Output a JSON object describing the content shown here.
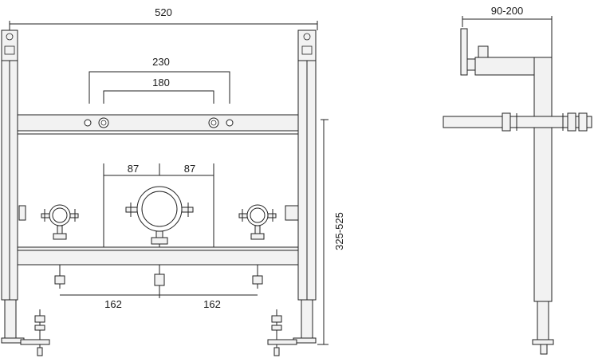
{
  "dimensions": {
    "overall_width": "520",
    "outer_stud_spacing": "230",
    "inner_stud_spacing": "180",
    "left_offset": "87",
    "right_offset": "87",
    "left_bolt_spacing": "162",
    "right_bolt_spacing": "162",
    "height_range": "325-525",
    "depth_range": "90-200"
  }
}
